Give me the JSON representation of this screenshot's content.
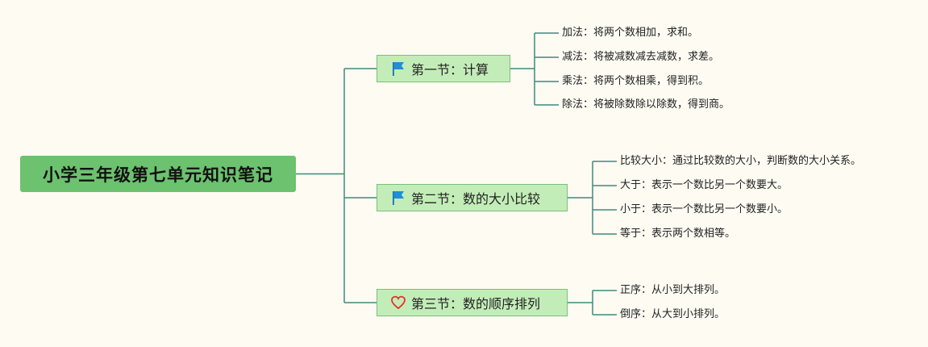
{
  "root": {
    "title": "小学三年级第七单元知识笔记"
  },
  "colors": {
    "background": "#fdfbf2",
    "root_fill": "#6cc26f",
    "branch_fill": "#c3edb8",
    "branch_border": "#7bbf7c",
    "connector": "#3f8a7e",
    "flag": "#1e8fd8",
    "heart": "#e0342a"
  },
  "sections": [
    {
      "icon": "flag-icon",
      "title": "第一节：计算",
      "items": [
        "加法：将两个数相加，求和。",
        "减法：将被减数减去减数，求差。",
        "乘法：将两个数相乘，得到积。",
        "除法：将被除数除以除数，得到商。"
      ]
    },
    {
      "icon": "flag-icon",
      "title": "第二节：数的大小比较",
      "items": [
        "比较大小：通过比较数的大小，判断数的大小关系。",
        "大于：表示一个数比另一个数要大。",
        "小于：表示一个数比另一个数要小。",
        "等于：表示两个数相等。"
      ]
    },
    {
      "icon": "heart-icon",
      "title": "第三节：数的顺序排列",
      "items": [
        "正序：从小到大排列。",
        "倒序：从大到小排列。"
      ]
    }
  ]
}
